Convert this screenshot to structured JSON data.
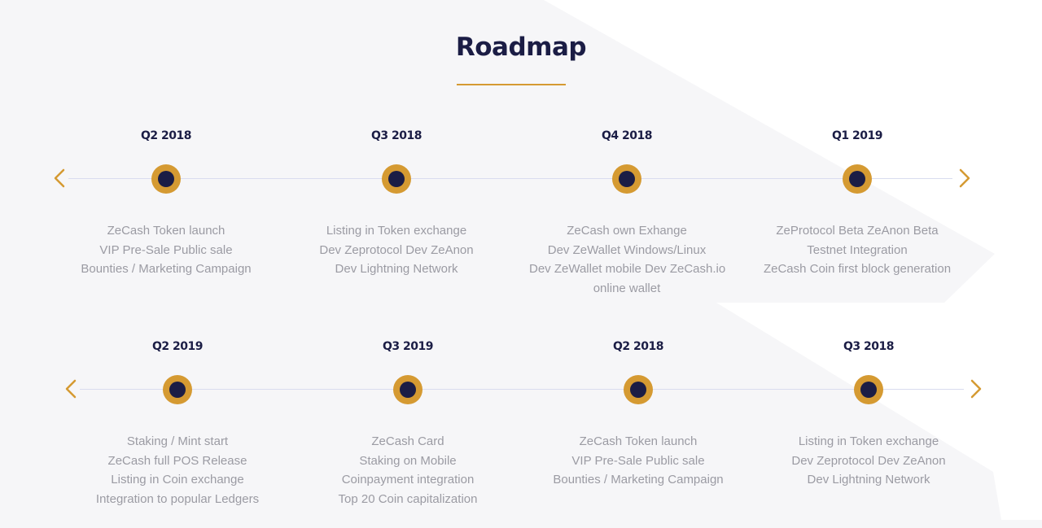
{
  "page": {
    "title": "Roadmap",
    "colors": {
      "accent": "#d59a32",
      "navy": "#1b1d45",
      "text_muted": "#9b9ba3",
      "line": "#d9dcef",
      "background": "#f6f6f8"
    },
    "icons": {
      "prev": "chevron-left-icon",
      "next": "chevron-right-icon",
      "milestone": "milestone-dot-icon"
    }
  },
  "rows": [
    {
      "milestones": [
        {
          "quarter": "Q2 2018",
          "lines": [
            "ZeCash Token launch",
            "VIP Pre-Sale Public sale",
            "Bounties / Marketing Campaign"
          ]
        },
        {
          "quarter": "Q3 2018",
          "lines": [
            "Listing in Token exchange",
            "Dev Zeprotocol Dev ZeAnon",
            "Dev Lightning Network"
          ]
        },
        {
          "quarter": "Q4 2018",
          "lines": [
            "ZeCash own Exhange",
            "Dev ZeWallet Windows/Linux",
            "Dev ZeWallet mobile Dev ZeCash.io",
            "online wallet"
          ]
        },
        {
          "quarter": "Q1 2019",
          "lines": [
            "ZeProtocol Beta ZeAnon Beta",
            "Testnet Integration",
            "ZeCash Coin first block generation"
          ]
        }
      ]
    },
    {
      "milestones": [
        {
          "quarter": "Q2 2019",
          "lines": [
            "Staking / Mint start",
            "ZeCash full POS Release",
            "Listing in Coin exchange",
            "Integration to popular Ledgers"
          ]
        },
        {
          "quarter": "Q3 2019",
          "lines": [
            "ZeCash Card",
            "Staking on Mobile",
            "Coinpayment integration",
            "Top 20 Coin capitalization"
          ]
        },
        {
          "quarter": "Q2 2018",
          "lines": [
            "ZeCash Token launch",
            "VIP Pre-Sale Public sale",
            "Bounties / Marketing Campaign"
          ]
        },
        {
          "quarter": "Q3 2018",
          "lines": [
            "Listing in Token exchange",
            "Dev Zeprotocol Dev ZeAnon",
            "Dev Lightning Network"
          ]
        }
      ]
    }
  ]
}
